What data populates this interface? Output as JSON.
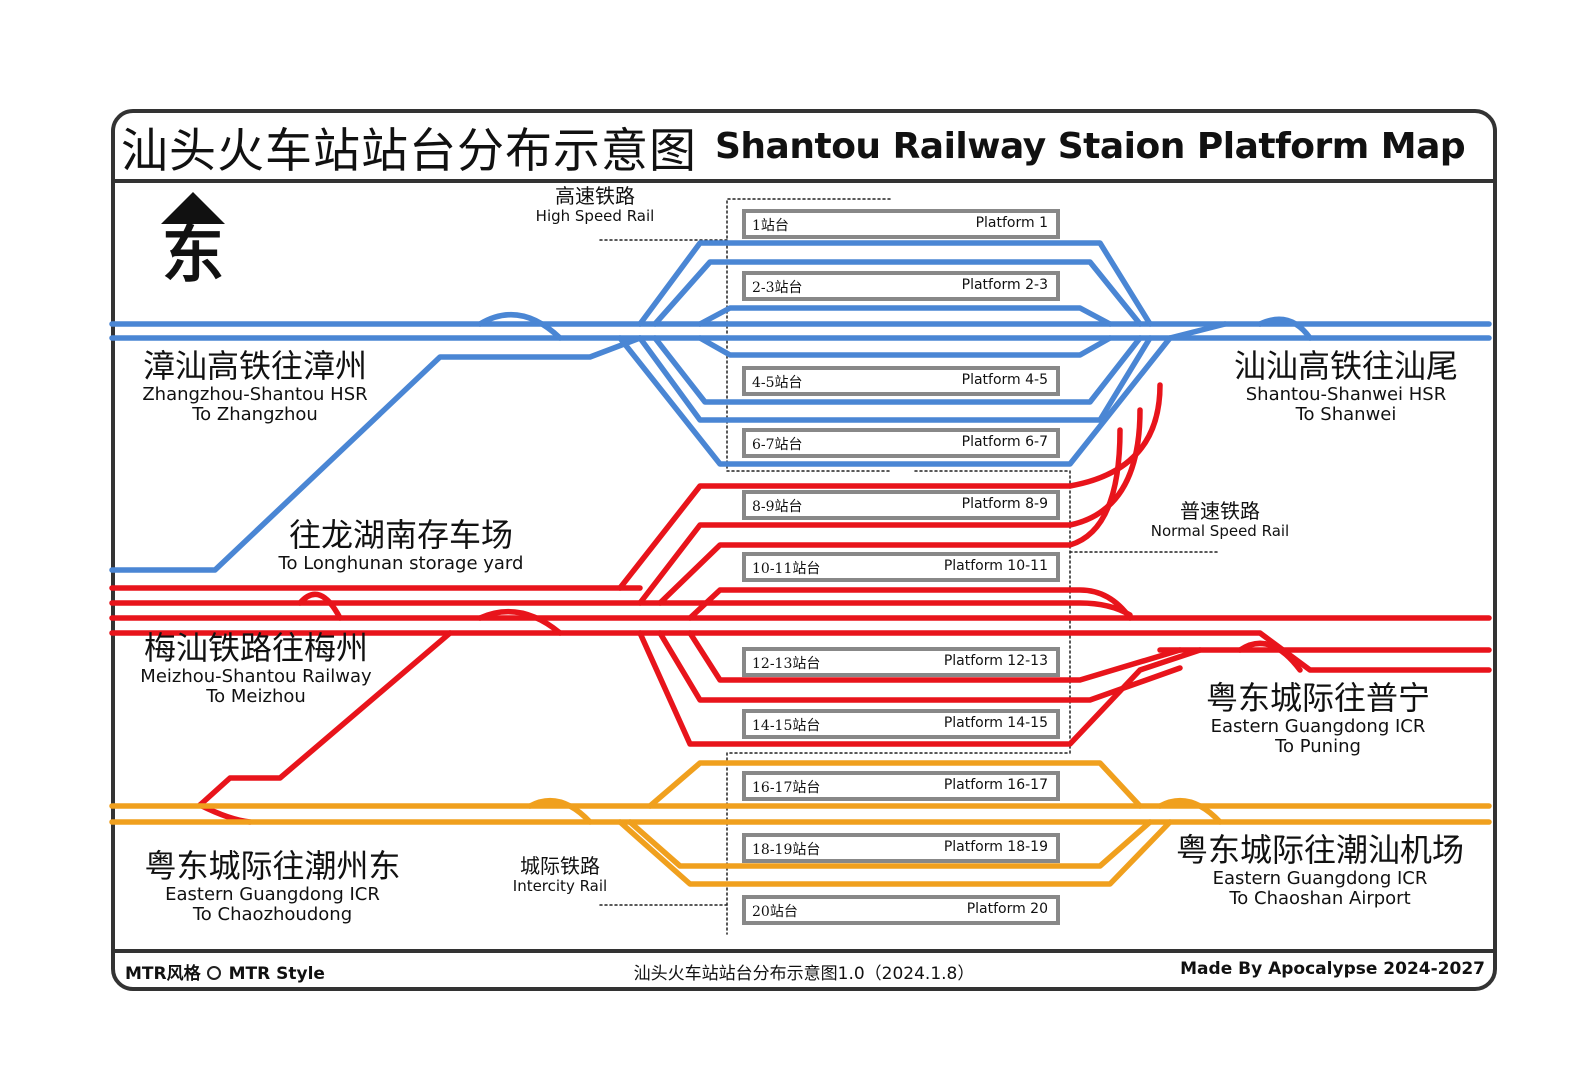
{
  "title": {
    "zh": "汕头火车站站台分布示意图",
    "en": "Shantou Railway Staion Platform Map"
  },
  "direction": {
    "arrow_icon": "up-arrow-icon",
    "label": "东"
  },
  "line_colors": {
    "high_speed": "#4a86d4",
    "normal_speed": "#e8141b",
    "intercity": "#f0a01e",
    "platform_border": "#888888",
    "frame": "#333333"
  },
  "categories": {
    "high_speed": {
      "zh": "高速铁路",
      "en": "High Speed Rail"
    },
    "normal_speed": {
      "zh": "普速铁路",
      "en": "Normal Speed Rail"
    },
    "intercity": {
      "zh": "城际铁路",
      "en": "Intercity Rail"
    }
  },
  "platforms": [
    {
      "zh": "1站台",
      "en": "Platform 1"
    },
    {
      "zh": "2-3站台",
      "en": "Platform 2-3"
    },
    {
      "zh": "4-5站台",
      "en": "Platform 4-5"
    },
    {
      "zh": "6-7站台",
      "en": "Platform 6-7"
    },
    {
      "zh": "8-9站台",
      "en": "Platform 8-9"
    },
    {
      "zh": "10-11站台",
      "en": "Platform 10-11"
    },
    {
      "zh": "12-13站台",
      "en": "Platform 12-13"
    },
    {
      "zh": "14-15站台",
      "en": "Platform 14-15"
    },
    {
      "zh": "16-17站台",
      "en": "Platform 16-17"
    },
    {
      "zh": "18-19站台",
      "en": "Platform 18-19"
    },
    {
      "zh": "20站台",
      "en": "Platform 20"
    }
  ],
  "destinations": {
    "zhangzhou": {
      "zh": "漳汕高铁往漳州",
      "en1": "Zhangzhou-Shantou HSR",
      "en2": "To Zhangzhou"
    },
    "shanwei": {
      "zh": "汕汕高铁往汕尾",
      "en1": "Shantou-Shanwei HSR",
      "en2": "To Shanwei"
    },
    "longhunan": {
      "zh": "往龙湖南存车场",
      "en1": "To Longhunan storage yard"
    },
    "meizhou": {
      "zh": "梅汕铁路往梅州",
      "en1": "Meizhou-Shantou Railway",
      "en2": "To Meizhou"
    },
    "puning": {
      "zh": "粤东城际往普宁",
      "en1": "Eastern Guangdong ICR",
      "en2": "To Puning"
    },
    "chaozhoudong": {
      "zh": "粤东城际往潮州东",
      "en1": "Eastern Guangdong ICR",
      "en2": "To Chaozhoudong"
    },
    "chaoshan_airport": {
      "zh": "粤东城际往潮汕机场",
      "en1": "Eastern Guangdong ICR",
      "en2": "To Chaoshan Airport"
    }
  },
  "footer": {
    "left_zh": "MTR风格",
    "left_en": "MTR Style",
    "center": "汕头火车站站台分布示意图1.0（2024.1.8）",
    "right": "Made By Apocalypse 2024-2027"
  }
}
